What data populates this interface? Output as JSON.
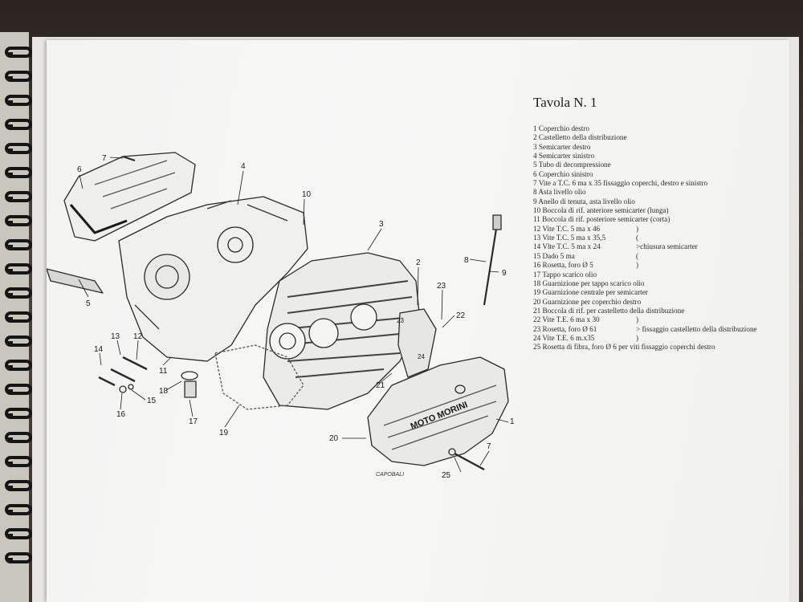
{
  "sheet": {
    "title": "Tavola N. 1",
    "parts": [
      {
        "text": "1 Coperchio destro"
      },
      {
        "text": "2 Castelletto della distribuzione"
      },
      {
        "text": "3 Semicarter destro"
      },
      {
        "text": "4 Semicarter sinistro"
      },
      {
        "text": "5 Tubo di decompressione"
      },
      {
        "text": "6 Coperchio sinistro"
      },
      {
        "text": "7 Vite a T.C. 6 ma x 35 fissaggio coperchi, destro e sinistro"
      },
      {
        "text": "8 Asta livello olio"
      },
      {
        "text": "9 Anello di tenuta, asta  livello olio"
      },
      {
        "text": "10 Boccola di rif. anteriore semicarter (lunga)"
      },
      {
        "text": "11 Boccola di rif. posteriore semicarter (corta)"
      },
      {
        "text": "12 Vite T.C. 5 ma x 46",
        "note": ")"
      },
      {
        "text": "13 Vite T.C. 5 ma x 35,5",
        "note": "("
      },
      {
        "text": "14 Vlte T.C. 5 ma x 24",
        "note": ">chiusura semicarter"
      },
      {
        "text": "15 Dado 5 ma",
        "note": "("
      },
      {
        "text": "16 Rosetta, foro Ø 5",
        "note": ")"
      },
      {
        "text": "17 Tappo scarico olio"
      },
      {
        "text": "18 Guarnizione per tappo scarico olio"
      },
      {
        "text": "19 Guarnizione centrale per semicarter"
      },
      {
        "text": "20 Guarnizione per coperchio destro"
      },
      {
        "text": "21 Boccola di rif. per castelletto della distribuzione"
      },
      {
        "text": "22 Vite T.E. 6 ma x 30",
        "note": ")"
      },
      {
        "text": "23 Rosetta, foro Ø 61",
        "note": "> fissaggio castelletto della distribuzione"
      },
      {
        "text": "24 Vite T.E. 6 m.x35",
        "note": ")"
      },
      {
        "text": "25 Rosetta di fibra, foro Ø 6 per viti fissaggio coperchi destro"
      }
    ]
  },
  "drawing": {
    "cover_lettering": "MOTO MORINI",
    "signature": "CAPOBALI",
    "callouts": [
      "1",
      "2",
      "3",
      "4",
      "5",
      "6",
      "7",
      "7",
      "8",
      "9",
      "10",
      "11",
      "12",
      "13",
      "14",
      "15",
      "16",
      "17",
      "18",
      "19",
      "20",
      "21",
      "22",
      "23",
      "23",
      "24",
      "25"
    ]
  },
  "colors": {
    "paper": "#f4f4f3",
    "ink": "#1a1a1a",
    "binding": "#151515",
    "table": "#3b3430"
  }
}
